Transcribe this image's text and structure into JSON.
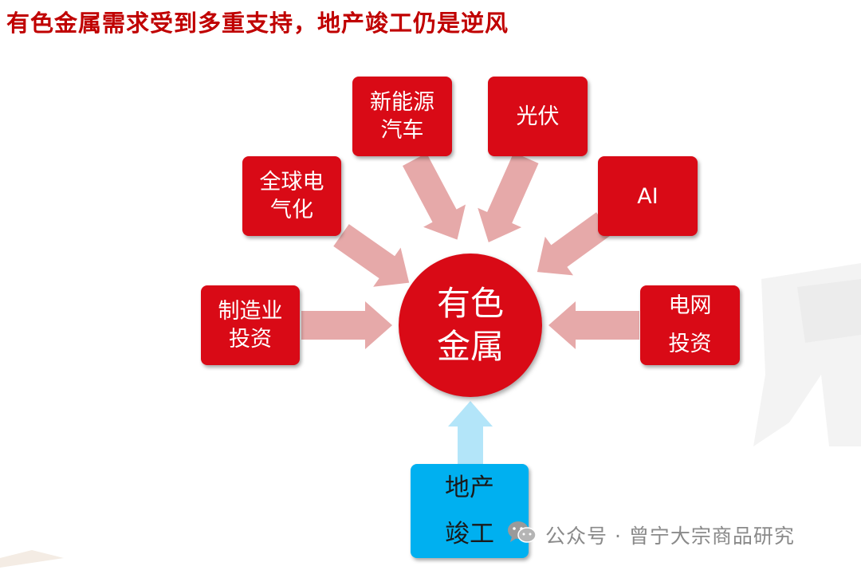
{
  "title": "有色金属需求受到多重支持，地产竣工仍是逆风",
  "center": {
    "label": "有色\n金属"
  },
  "drivers": [
    {
      "id": "manufacturing",
      "label": "制造业\n投资"
    },
    {
      "id": "electrification",
      "label": "全球电\n气化"
    },
    {
      "id": "nev",
      "label": "新能源\n汽车"
    },
    {
      "id": "pv",
      "label": "光伏"
    },
    {
      "id": "ai",
      "label": "AI"
    },
    {
      "id": "grid",
      "label": "电网\n投资"
    }
  ],
  "headwind": {
    "label": "地产\n竣工"
  },
  "watermark": {
    "text": "公众号 · 曾宁大宗商品研究"
  },
  "colors": {
    "title": "#c00000",
    "box": "#d90a16",
    "arrow_support": "#e6a9a9",
    "headwind_box": "#00b0f0",
    "arrow_headwind": "#b3e5f9",
    "watermark": "#8a8a8a"
  },
  "icons": {
    "watermark_icon": "wechat-icon"
  }
}
